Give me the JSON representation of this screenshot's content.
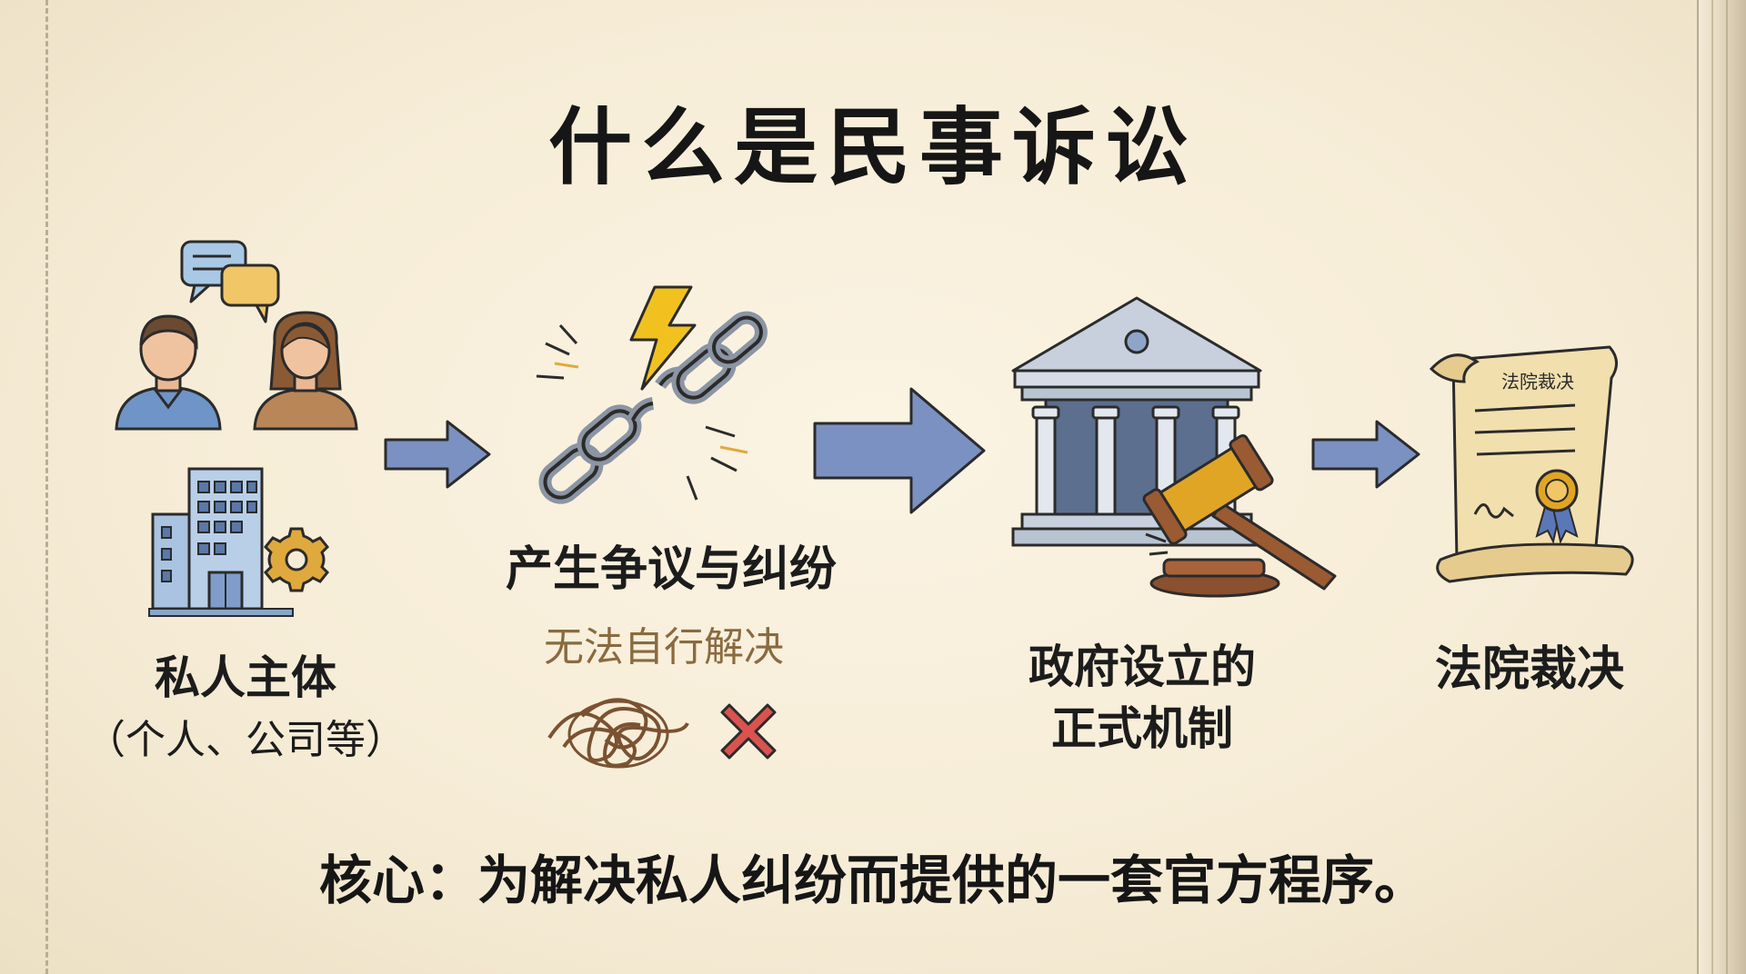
{
  "title": "什么是民事诉讼",
  "steps": {
    "parties": {
      "label": "私人主体",
      "sublabel": "（个人、公司等）"
    },
    "dispute": {
      "label": "产生争议与纠纷",
      "note": "无法自行解决"
    },
    "mechanism": {
      "label_line1": "政府设立的",
      "label_line2": "正式机制"
    },
    "judgment": {
      "label": "法院裁决",
      "scroll_title": "法院裁决"
    }
  },
  "summary": "核心：为解决私人纠纷而提供的一套官方程序。",
  "icons": [
    "speech-bubbles-icon",
    "man-icon",
    "woman-icon",
    "office-building-icon",
    "gear-icon",
    "arrow-right-icon",
    "lightning-icon",
    "broken-chain-icon",
    "tangled-knot-icon",
    "red-x-icon",
    "courthouse-icon",
    "gavel-icon",
    "scroll-icon",
    "seal-ribbon-icon"
  ],
  "colors": {
    "arrow_blue": "#6f86b8",
    "red_x": "#d9534f",
    "note_brown": "#8a6a3e",
    "ink": "#1c1c1c"
  }
}
